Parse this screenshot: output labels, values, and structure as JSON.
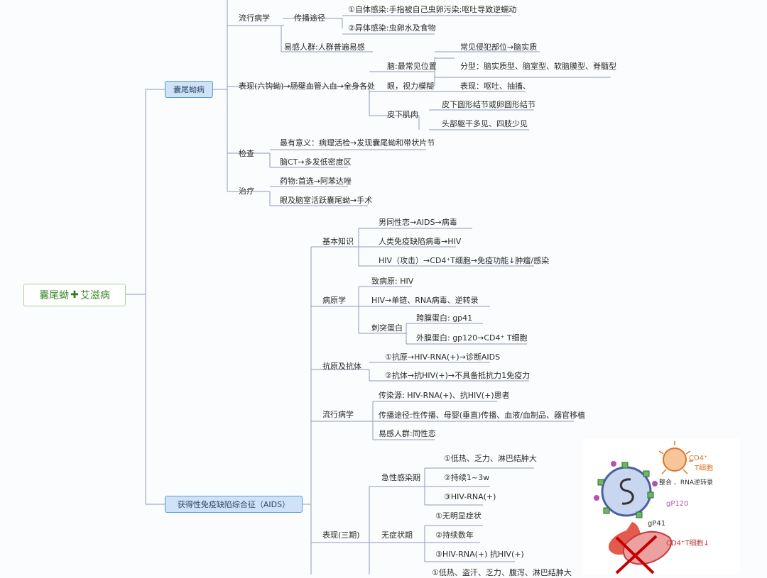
{
  "root": {
    "left": "囊尾蚴",
    "plus": "✚",
    "right": "艾滋病"
  },
  "cyst": {
    "title": "囊尾蚴病",
    "epidemiology": {
      "label": "流行病学",
      "route": "传播途径",
      "r1": "①自体感染:手指被自己虫卵污染;呕吐导致逆蠕动",
      "r2": "②异体感染:虫卵水及食物",
      "susceptible": "易感人群:人群普遍易感"
    },
    "manifest": {
      "label": "表现(六钩蚴)→肠壁血管入血→全身各处",
      "brain": "脑:最常见位置",
      "b1": "常见侵犯部位→脑实质",
      "b2": "分型：脑实质型、脑室型、软脑膜型、脊髓型",
      "b3": "表现：呕吐、抽搐、",
      "eye": "眼，视力模糊",
      "muscle": "皮下肌肉",
      "m1": "皮下圆形结节或卵圆形结节",
      "m2": "头部躯干多见、四肢少见"
    },
    "exam": {
      "label": "检查",
      "e1": "最有意义：病理活检→发现囊尾蚴和带状片节",
      "e2": "脑CT→多发低密度区"
    },
    "treat": {
      "label": "治疗",
      "t1": "药物:首选→阿苯达唑",
      "t2": "眼及脑室活跃囊尾蚴→手术"
    }
  },
  "aids": {
    "title": "获得性免疫缺陷综合征（AIDS）",
    "basic": {
      "label": "基本知识",
      "k1": "男同性恋→AIDS→病毒",
      "k2": "人类免疫缺陷病毒→HIV",
      "k3": "HIV（攻击）→CD4⁺T细胞→免疫功能↓肿瘤/感染"
    },
    "pathogen": {
      "label": "病原学",
      "p1": "致病原: HIV",
      "p2": "HIV→单链、RNA病毒、逆转录",
      "p3": "刺突蛋白",
      "g1": "跨膜蛋白: gp41",
      "g2": "外膜蛋白: gp120→CD4⁺ T细胞"
    },
    "antigen": {
      "label": "抗原及抗体",
      "a1": "①抗原→HIV-RNA(+)→诊断AIDS",
      "a2": "②抗体→抗HIV(+)→不具备抵抗力1免疫力"
    },
    "epi": {
      "label": "流行病学",
      "e1": "传染源: HIV-RNA(+)、抗HIV(+)患者",
      "e2": "传播途径:性传播、母婴(垂直)传播、血液/血制品、器官移植",
      "e3": "易感人群:同性恋"
    },
    "stage": {
      "label": "表现(三期)",
      "acute": "急性感染期",
      "a1": "①低热、乏力、淋巴结肿大",
      "a2": "②持续1~3w",
      "a3": "③HIV-RNA(+)",
      "asym": "无症状期",
      "s1": "①无明显症状",
      "s2": "②持续数年",
      "s3": "③HIV-RNA(+) 抗HIV(+)",
      "s4": "①低热、盗汗、乏力、腹泻、淋巴结肿大"
    }
  },
  "figure": {
    "cd4": "CD4⁺",
    "tcell": "T细胞",
    "rev": "整合 、RNA逆转录",
    "gp120": "gP120",
    "gp41": "gP41",
    "cd4b": "CD4⁺T细胞↓"
  },
  "colors": {
    "line": "#8e9bb8",
    "main_fill": "#cfe2f6",
    "main_border": "#5b9bd5",
    "root_border": "#a9cf9b",
    "root_text": "#3f8a2e"
  }
}
